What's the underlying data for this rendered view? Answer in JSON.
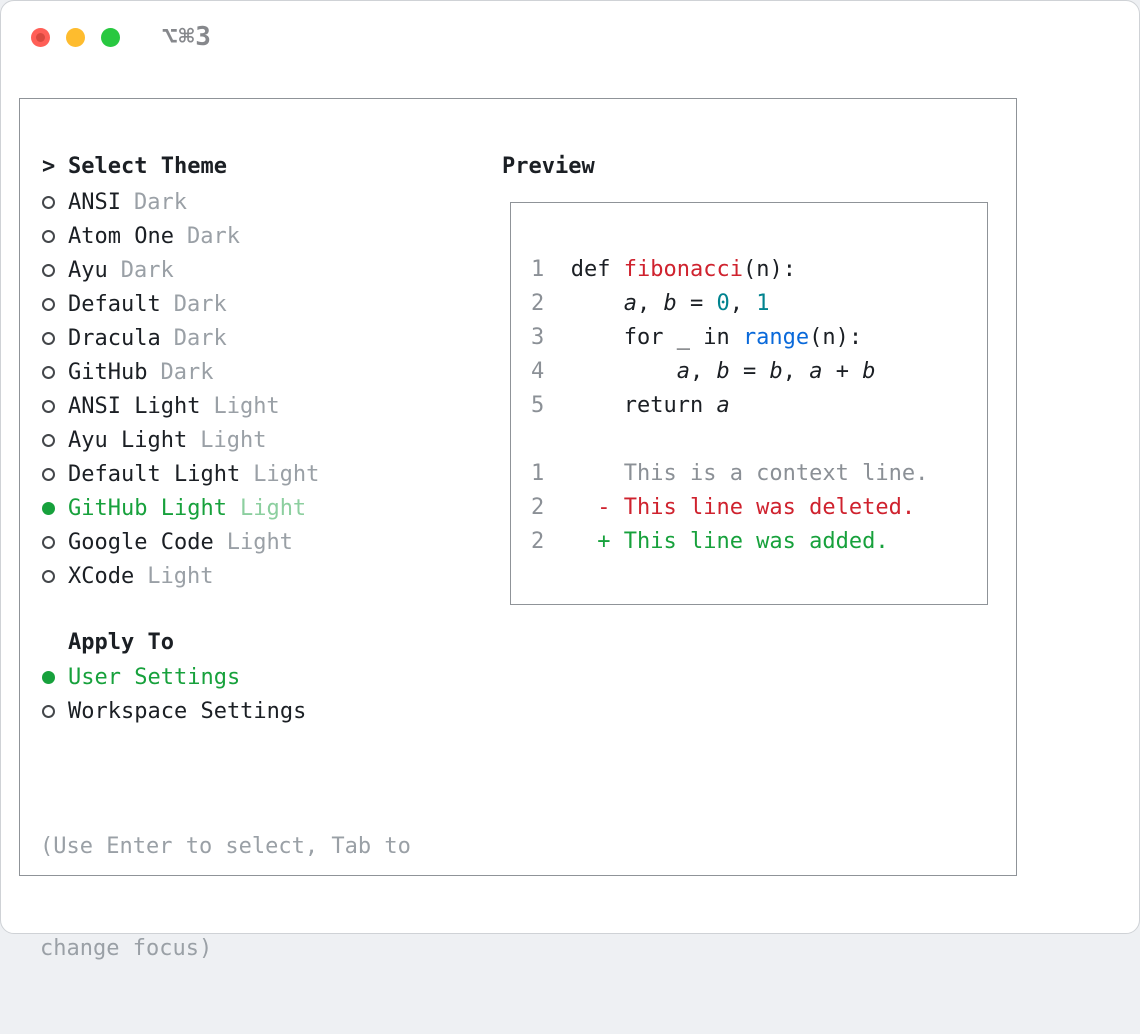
{
  "titlebar": {
    "shortcut": "⌥⌘3"
  },
  "selector": {
    "prompt": ">",
    "title": "Select Theme",
    "themes": [
      {
        "name": "ANSI",
        "variant": "Dark",
        "selected": false
      },
      {
        "name": "Atom One",
        "variant": "Dark",
        "selected": false
      },
      {
        "name": "Ayu",
        "variant": "Dark",
        "selected": false
      },
      {
        "name": "Default",
        "variant": "Dark",
        "selected": false
      },
      {
        "name": "Dracula",
        "variant": "Dark",
        "selected": false
      },
      {
        "name": "GitHub",
        "variant": "Dark",
        "selected": false
      },
      {
        "name": "ANSI Light",
        "variant": "Light",
        "selected": false
      },
      {
        "name": "Ayu Light",
        "variant": "Light",
        "selected": false
      },
      {
        "name": "Default Light",
        "variant": "Light",
        "selected": false
      },
      {
        "name": "GitHub Light",
        "variant": "Light",
        "selected": true
      },
      {
        "name": "Google Code",
        "variant": "Light",
        "selected": false
      },
      {
        "name": "XCode",
        "variant": "Light",
        "selected": false
      }
    ],
    "apply_to": {
      "title": "Apply To",
      "options": [
        {
          "label": "User Settings",
          "selected": true
        },
        {
          "label": "Workspace Settings",
          "selected": false
        }
      ]
    },
    "help_lines": [
      "(Use Enter to select, Tab to",
      "change focus)"
    ]
  },
  "preview": {
    "title": "Preview",
    "lines": [
      {
        "num": "1",
        "tokens": [
          {
            "t": "def ",
            "c": "plain"
          },
          {
            "t": "fibonacci",
            "c": "fn"
          },
          {
            "t": "(n):",
            "c": "plain"
          }
        ]
      },
      {
        "num": "2",
        "tokens": [
          {
            "t": "    ",
            "c": "plain"
          },
          {
            "t": "a",
            "c": "var"
          },
          {
            "t": ", ",
            "c": "plain"
          },
          {
            "t": "b",
            "c": "var"
          },
          {
            "t": " = ",
            "c": "plain"
          },
          {
            "t": "0",
            "c": "num"
          },
          {
            "t": ", ",
            "c": "plain"
          },
          {
            "t": "1",
            "c": "num"
          }
        ]
      },
      {
        "num": "3",
        "tokens": [
          {
            "t": "    for _ in ",
            "c": "plain"
          },
          {
            "t": "range",
            "c": "builtin"
          },
          {
            "t": "(n):",
            "c": "plain"
          }
        ]
      },
      {
        "num": "4",
        "tokens": [
          {
            "t": "        ",
            "c": "plain"
          },
          {
            "t": "a",
            "c": "var"
          },
          {
            "t": ", ",
            "c": "plain"
          },
          {
            "t": "b",
            "c": "var"
          },
          {
            "t": " = ",
            "c": "plain"
          },
          {
            "t": "b",
            "c": "var"
          },
          {
            "t": ", ",
            "c": "plain"
          },
          {
            "t": "a",
            "c": "var"
          },
          {
            "t": " + ",
            "c": "plain"
          },
          {
            "t": "b",
            "c": "var"
          }
        ]
      },
      {
        "num": "5",
        "tokens": [
          {
            "t": "    return ",
            "c": "plain"
          },
          {
            "t": "a",
            "c": "var"
          }
        ]
      },
      {
        "num": "",
        "tokens": []
      },
      {
        "num": "1",
        "tokens": [
          {
            "t": "    This is a context line.",
            "c": "ctx"
          }
        ]
      },
      {
        "num": "2",
        "tokens": [
          {
            "t": "  - This line was deleted.",
            "c": "del"
          }
        ]
      },
      {
        "num": "2",
        "tokens": [
          {
            "t": "  + This line was added.",
            "c": "add"
          }
        ]
      }
    ]
  },
  "colors": {
    "accent_green": "#17a13c",
    "green_muted": "#8ccf9f",
    "gray_text": "#9aa0a6",
    "code_red": "#cf222e",
    "code_teal": "#00838f",
    "code_blue": "#0969da",
    "diff_gray": "#8b9096",
    "traffic_red": "#ff5f57",
    "traffic_yellow": "#febc2e",
    "traffic_green": "#28c840"
  }
}
